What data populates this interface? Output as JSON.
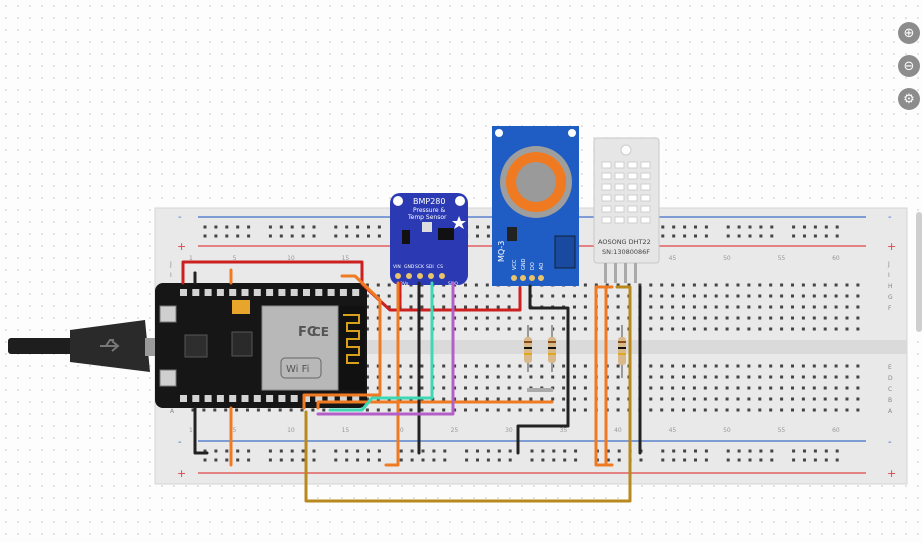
{
  "controls": {
    "zoom_in_icon": "zoom-in-icon",
    "zoom_out_icon": "zoom-out-icon",
    "settings_icon": "gear-icon"
  },
  "breadboard": {
    "rail_minus": "-",
    "rail_plus": "+",
    "row_letters_top": [
      "J",
      "I",
      "H",
      "G",
      "F"
    ],
    "row_letters_bottom": [
      "E",
      "D",
      "C",
      "B",
      "A"
    ],
    "column_numbers": [
      "1",
      "5",
      "10",
      "15",
      "20",
      "25",
      "30",
      "35",
      "40",
      "45",
      "50",
      "55",
      "60"
    ]
  },
  "modules": {
    "bmp280": {
      "title": "BMP280",
      "subtitle1": "Pressure &",
      "subtitle2": "Temp Sensor",
      "pins": [
        "VIN",
        "GND",
        "SCK",
        "SDI",
        "CS"
      ],
      "pin_row2": [
        "3Vo",
        "SDO"
      ]
    },
    "mq3": {
      "title": "MQ-3",
      "pins": [
        "VCC",
        "GND",
        "DO",
        "AO"
      ]
    },
    "dht22": {
      "brand": "AOSONG DHT22",
      "serial": "SN:13080086F"
    },
    "nodemcu": {
      "chip_label_fc": "FC",
      "chip_label_ce": "CE",
      "chip_label_wifi": "Wi Fi"
    }
  },
  "colors": {
    "red_wire": "#cc1f1f",
    "orange_wire": "#f07a21",
    "black_wire": "#222222",
    "teal_wire": "#3fd8b4",
    "purple_wire": "#b45ec9",
    "brown_wire": "#b9891d",
    "board_blue": "#2b3ab3",
    "mq3_blue": "#1f5dc4"
  }
}
